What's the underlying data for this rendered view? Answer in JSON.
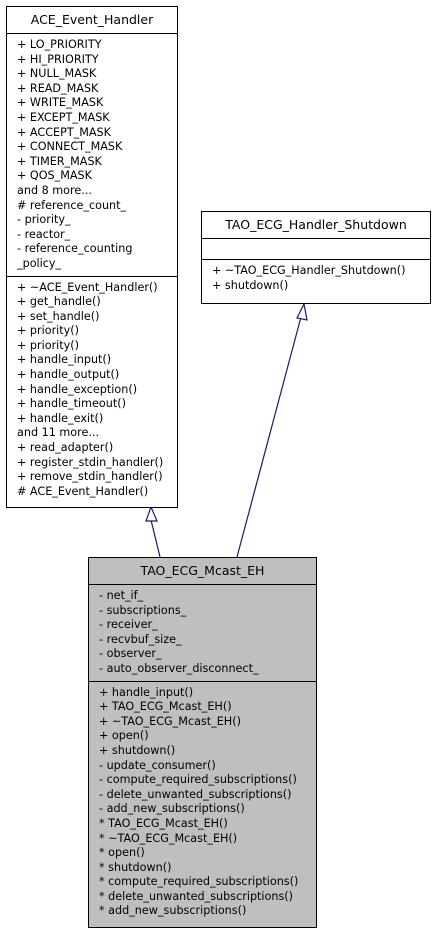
{
  "classes": {
    "ace_event_handler": {
      "title": "ACE_Event_Handler",
      "attributes": [
        "+ LO_PRIORITY",
        "+ HI_PRIORITY",
        "+ NULL_MASK",
        "+ READ_MASK",
        "+ WRITE_MASK",
        "+ EXCEPT_MASK",
        "+ ACCEPT_MASK",
        "+ CONNECT_MASK",
        "+ TIMER_MASK",
        "+ QOS_MASK",
        "and 8 more...",
        "# reference_count_",
        "- priority_",
        "- reactor_",
        "- reference_counting",
        "_policy_"
      ],
      "methods": [
        "+ ~ACE_Event_Handler()",
        "+ get_handle()",
        "+ set_handle()",
        "+ priority()",
        "+ priority()",
        "+ handle_input()",
        "+ handle_output()",
        "+ handle_exception()",
        "+ handle_timeout()",
        "+ handle_exit()",
        "and 11 more...",
        "+ read_adapter()",
        "+ register_stdin_handler()",
        "+ remove_stdin_handler()",
        "# ACE_Event_Handler()"
      ]
    },
    "tao_ecg_handler_shutdown": {
      "title": "TAO_ECG_Handler_Shutdown",
      "attributes": [],
      "methods": [
        "+ ~TAO_ECG_Handler_Shutdown()",
        "+ shutdown()"
      ]
    },
    "tao_ecg_mcast_eh": {
      "title": "TAO_ECG_Mcast_EH",
      "attributes": [
        "- net_if_",
        "- subscriptions_",
        "- receiver_",
        "- recvbuf_size_",
        "- observer_",
        "- auto_observer_disconnect_"
      ],
      "methods": [
        "+ handle_input()",
        "+ TAO_ECG_Mcast_EH()",
        "+ ~TAO_ECG_Mcast_EH()",
        "+ open()",
        "+ shutdown()",
        "- update_consumer()",
        "- compute_required_subscriptions()",
        "- delete_unwanted_subscriptions()",
        "- add_new_subscriptions()",
        "* TAO_ECG_Mcast_EH()",
        "* ~TAO_ECG_Mcast_EH()",
        "* open()",
        "* shutdown()",
        "* compute_required_subscriptions()",
        "* delete_unwanted_subscriptions()",
        "* add_new_subscriptions()"
      ]
    }
  },
  "colors": {
    "focus_fill": "#bfbfbf",
    "edge": "#191970",
    "border": "#000000"
  }
}
